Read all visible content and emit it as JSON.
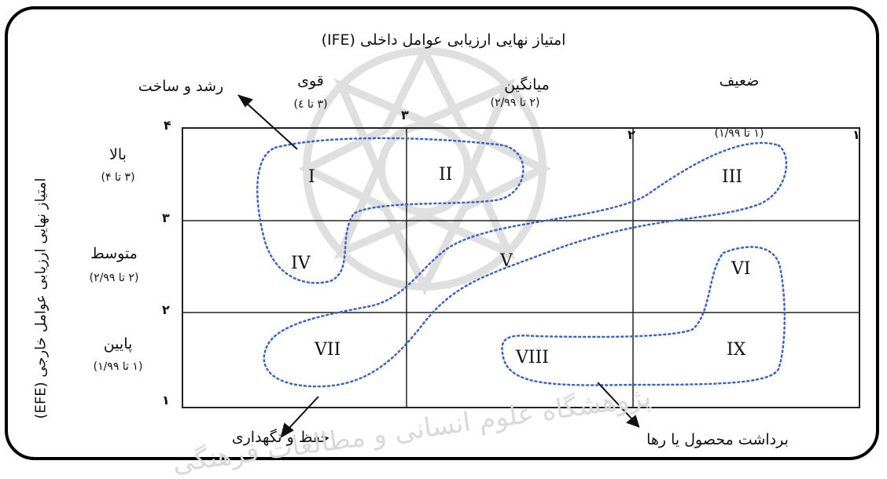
{
  "title": "امتیاز نهایی ارزیابی عوامل داخلی (IFE)",
  "vertical_title": "امتیاز نهایی ارزیابی عوامل خارجی (EFE)",
  "columns": [
    {
      "label": "قوی",
      "range": "(۳ تا ٤)"
    },
    {
      "label": "میانگین",
      "range": "(۲ تا ۲/۹۹)"
    },
    {
      "label": "ضعیف",
      "range": "(۱ تا ۱/۹۹)"
    }
  ],
  "rows": [
    {
      "label": "بالا",
      "range": "(۳ تا ۴)"
    },
    {
      "label": "متوسط",
      "range": "(۲ تا ۲/۹۹)"
    },
    {
      "label": "پایین",
      "range": "(۱ تا ۱/۹۹)"
    }
  ],
  "x_ticks": [
    "۳",
    "۲",
    "۱"
  ],
  "y_ticks": [
    "۴",
    "۳",
    "۲",
    "۱"
  ],
  "cells": [
    "I",
    "II",
    "III",
    "IV",
    "V",
    "VI",
    "VII",
    "VIII",
    "IX"
  ],
  "strategies": {
    "grow": "رشد و ساخت",
    "hold": "حفظ و نگهداری",
    "harvest": "برداشت محصول یا رها"
  },
  "watermark": "پژوهشگاه علوم انسانی و مطالعات فرهنگی",
  "colors": {
    "dotted": "#3b63c4",
    "grid": "#222222",
    "watermark": "#d9d9d9"
  }
}
